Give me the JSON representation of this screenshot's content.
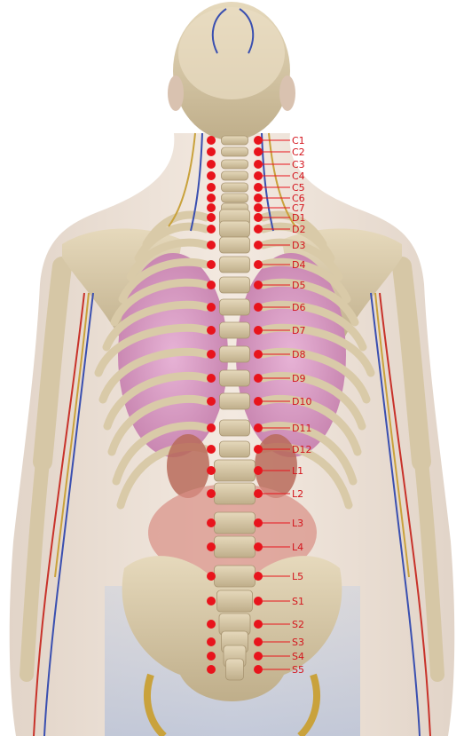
{
  "diagram": {
    "colors": {
      "marker": "#e8141c",
      "label": "#d4141c",
      "skin": "#e8d6c6",
      "bone": "#d8c9a8",
      "lung": "#d99bc4",
      "nerve": "#c9a23c",
      "artery": "#c8322a",
      "vein": "#3a4fb0"
    },
    "spine_points": [
      {
        "label": "C1",
        "level": "cervical"
      },
      {
        "label": "C2",
        "level": "cervical"
      },
      {
        "label": "C3",
        "level": "cervical"
      },
      {
        "label": "C4",
        "level": "cervical"
      },
      {
        "label": "C5",
        "level": "cervical"
      },
      {
        "label": "C6",
        "level": "cervical"
      },
      {
        "label": "C7",
        "level": "cervical"
      },
      {
        "label": "D1",
        "level": "dorsal"
      },
      {
        "label": "D2",
        "level": "dorsal"
      },
      {
        "label": "D3",
        "level": "dorsal"
      },
      {
        "label": "D4",
        "level": "dorsal"
      },
      {
        "label": "D5",
        "level": "dorsal"
      },
      {
        "label": "D6",
        "level": "dorsal"
      },
      {
        "label": "D7",
        "level": "dorsal"
      },
      {
        "label": "D8",
        "level": "dorsal"
      },
      {
        "label": "D9",
        "level": "dorsal"
      },
      {
        "label": "D10",
        "level": "dorsal"
      },
      {
        "label": "D11",
        "level": "dorsal"
      },
      {
        "label": "D12",
        "level": "dorsal"
      },
      {
        "label": "L1",
        "level": "lumbar"
      },
      {
        "label": "L2",
        "level": "lumbar"
      },
      {
        "label": "L3",
        "level": "lumbar"
      },
      {
        "label": "L4",
        "level": "lumbar"
      },
      {
        "label": "L5",
        "level": "lumbar"
      },
      {
        "label": "S1",
        "level": "sacral"
      },
      {
        "label": "S2",
        "level": "sacral"
      },
      {
        "label": "S3",
        "level": "sacral"
      },
      {
        "label": "S4",
        "level": "sacral"
      },
      {
        "label": "S5",
        "level": "sacral"
      }
    ]
  }
}
